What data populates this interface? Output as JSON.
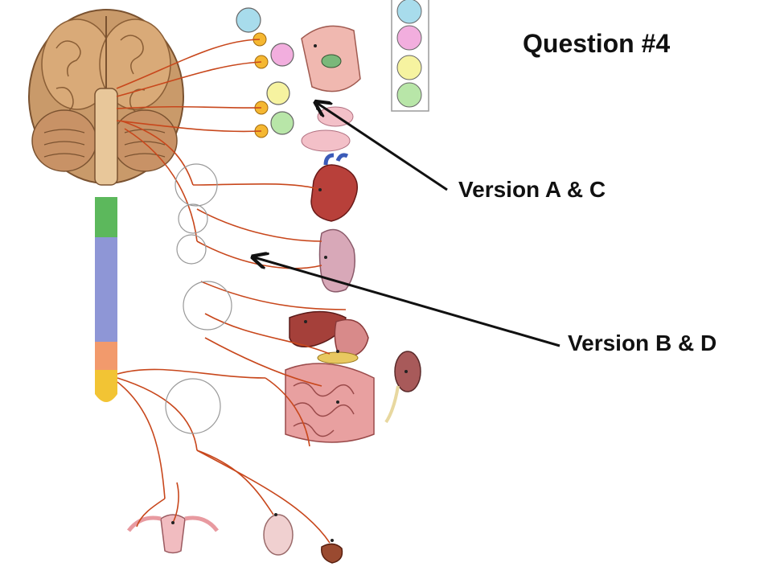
{
  "title": "Question #4",
  "labels": {
    "version_ac": "Version A & C",
    "version_bd": "Version B & D"
  },
  "legend_colors": [
    "#a8dcec",
    "#f2aede",
    "#f6f3a0",
    "#b8e6a8"
  ],
  "nerve_color": "#c8471c",
  "spinal_segments": {
    "cervical": "#5cb85c",
    "thoracic": "#8e96d6",
    "lumbar": "#f29a6c",
    "sacral": "#f2c434"
  },
  "ganglion_color": "#f5b731"
}
